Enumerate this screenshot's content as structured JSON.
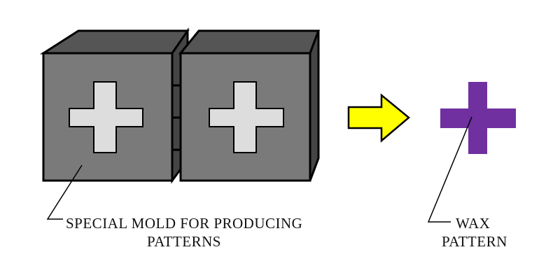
{
  "labels": {
    "mold_line1": "SPECIAL MOLD FOR PRODUCING",
    "mold_line2": "PATTERNS",
    "wax_line1": "WAX",
    "wax_line2": "PATTERN"
  },
  "colors": {
    "background": "#ffffff",
    "mold_front": "#7a7a7a",
    "mold_top": "#555555",
    "mold_side": "#454545",
    "cavity": "#dddddd",
    "arrow": "#ffff00",
    "wax": "#7030a0",
    "outline": "#000000"
  }
}
